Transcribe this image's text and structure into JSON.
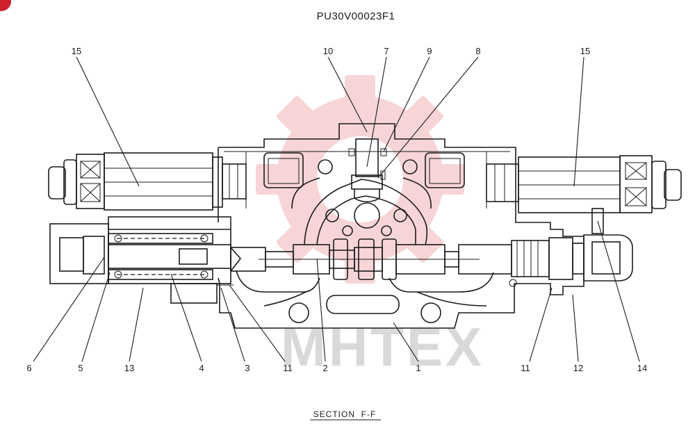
{
  "drawing_code": "PU30V00023F1",
  "section_title": "SECTION  F-F",
  "watermark_text": "MHTEX",
  "colors": {
    "line": "#1a1a1a",
    "watermark_gear": "#f2b3b8",
    "watermark_text": "#d9d9d9",
    "corner_badge": "#d0202c"
  },
  "callouts": [
    {
      "id": "c15a",
      "text": "15"
    },
    {
      "id": "c10",
      "text": "10"
    },
    {
      "id": "c7",
      "text": "7"
    },
    {
      "id": "c9",
      "text": "9"
    },
    {
      "id": "c8",
      "text": "8"
    },
    {
      "id": "c15b",
      "text": "15"
    },
    {
      "id": "c6",
      "text": "6"
    },
    {
      "id": "c5",
      "text": "5"
    },
    {
      "id": "c13",
      "text": "13"
    },
    {
      "id": "c4",
      "text": "4"
    },
    {
      "id": "c3",
      "text": "3"
    },
    {
      "id": "c11a",
      "text": "11"
    },
    {
      "id": "c2",
      "text": "2"
    },
    {
      "id": "c1",
      "text": "1"
    },
    {
      "id": "c11b",
      "text": "11"
    },
    {
      "id": "c12",
      "text": "12"
    },
    {
      "id": "c14",
      "text": "14"
    }
  ]
}
